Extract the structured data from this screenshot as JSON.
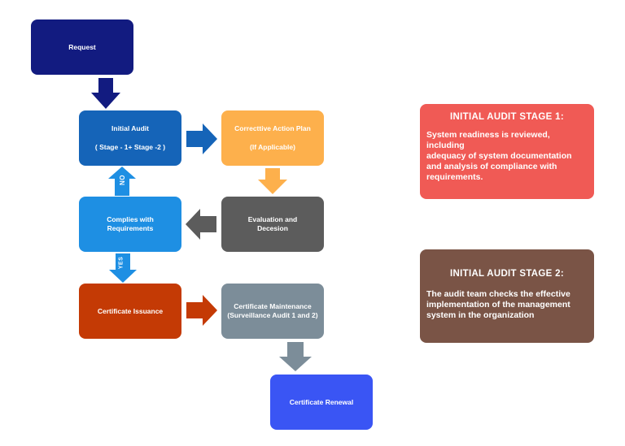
{
  "nodes": {
    "request": {
      "label": "Request",
      "color": "#121B80"
    },
    "initial_audit": {
      "label": "Initial Audit",
      "sub": "( Stage - 1+ Stage -2 )",
      "color": "#1564B8"
    },
    "corrective_action": {
      "label": "Correcttive Action Plan",
      "sub": "(If Applicable)",
      "color": "#FDB04C"
    },
    "complies": {
      "label": "Complies with",
      "label2": "Requirements",
      "color": "#1E8FE3"
    },
    "evaluation": {
      "label": "Evaluation and",
      "label2": "Decesion",
      "color": "#5C5C5C"
    },
    "certificate_issuance": {
      "label": "Certificate Issuance",
      "color": "#C43A05"
    },
    "certificate_maintenance": {
      "label": "Certificate Maintenance",
      "label2": "(Surveillance Audit 1 and 2)",
      "color": "#7C8D99"
    },
    "certificate_renewal": {
      "label": "Certificate Renewal",
      "color": "#3A55F4"
    }
  },
  "arrows": {
    "no_label": "NO",
    "yes_label": "YES"
  },
  "info": {
    "stage1": {
      "title": "INITIAL  AUDIT STAGE 1:",
      "lines": [
        "System readiness is reviewed, including",
        "adequacy of system documentation",
        "and analysis of compliance with",
        "requirements."
      ],
      "color": "#F05A55"
    },
    "stage2": {
      "title": "INITIAL  AUDIT STAGE 2:",
      "lines": [
        "The audit team checks the effective",
        "implementation of the management",
        "system in the organization"
      ],
      "color": "#7A5446"
    }
  }
}
